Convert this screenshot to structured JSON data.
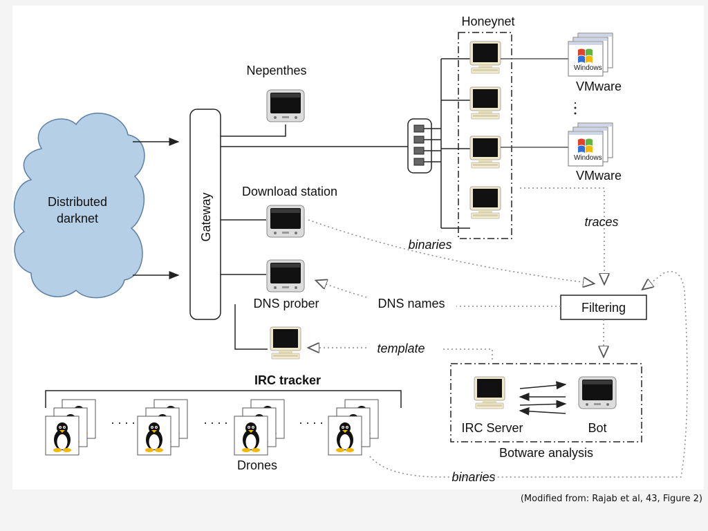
{
  "cloud": {
    "label_line1": "Distributed",
    "label_line2": "darknet"
  },
  "gateway": {
    "label": "Gateway"
  },
  "nodes": {
    "nepenthes": "Nepenthes",
    "download_station": "Download station",
    "dns_prober": "DNS prober",
    "irc_tracker": "IRC tracker",
    "honeynet": "Honeynet",
    "vmware_top": "VMware",
    "vmware_bottom": "VMware",
    "vmware_ellipsis": ".",
    "filtering": "Filtering",
    "irc_server": "IRC Server",
    "bot": "Bot",
    "botware_analysis": "Botware analysis",
    "drones": "Drones",
    "windows_logo_text": "Windows"
  },
  "edges": {
    "binaries_top": "binaries",
    "traces": "traces",
    "dns_names": "DNS names",
    "template": "template",
    "binaries_bottom": "binaries"
  },
  "drone_ellipsis": ". . . .",
  "caption": "(Modified from: Rajab et al, 43, Figure 2)",
  "colors": {
    "cloud_fill": "#b5cfe6",
    "cloud_stroke": "#5d7fa3",
    "line": "#222222",
    "dotted": "#888888"
  }
}
